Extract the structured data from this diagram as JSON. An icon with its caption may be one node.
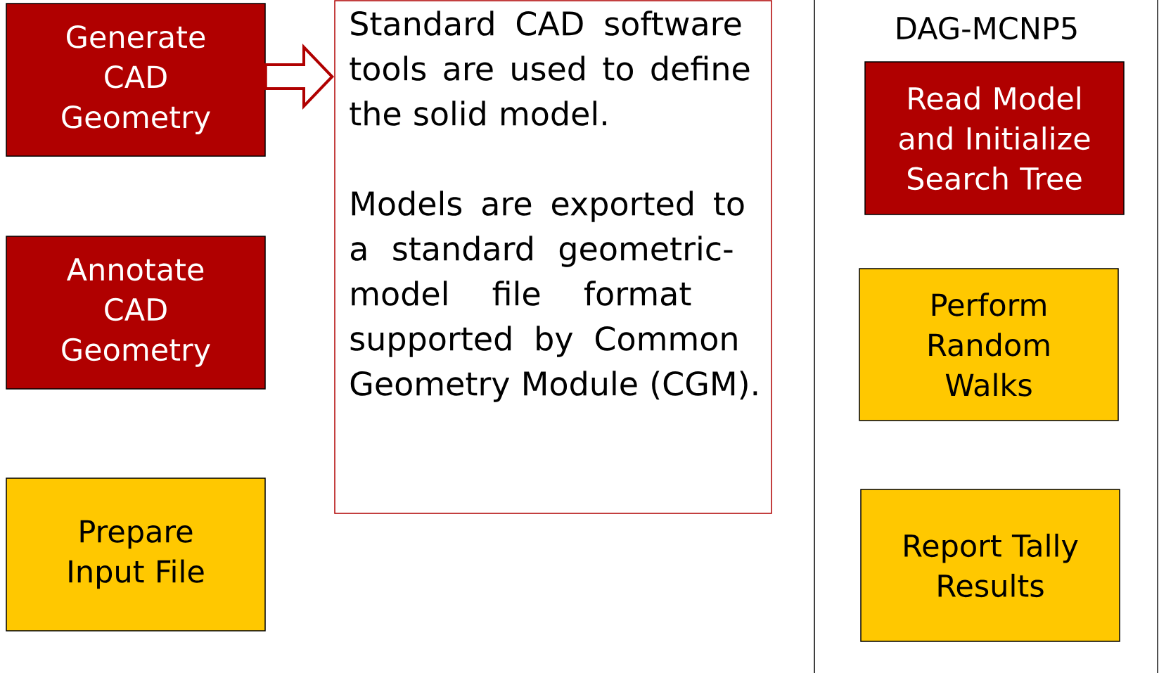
{
  "diagram": {
    "nodes": [
      {
        "text": [
          "Generate CAD Geometry"
        ]
      },
      {
        "text": [
          "Annotate CAD Geometry"
        ]
      },
      {
        "text": [
          "Prepare Input File"
        ]
      },
      {
        "text": [
          "Standard CAD software tools are used to define the solid model.",
          "Models are exported to a standard geometric-model file format supported by Common Geometry Module (CGM)."
        ]
      },
      {
        "text": [
          "Read Model and Initialize Search Tree"
        ]
      },
      {
        "text": [
          "Perform Random Walks"
        ]
      },
      {
        "text": [
          "Report Tally Results"
        ]
      }
    ],
    "edges": [
      {
        "from": 0,
        "to": 3,
        "arrow": "to",
        "style": "thick",
        "color": "#b00000"
      }
    ],
    "labels": [
      "DAG-MCNP5"
    ]
  }
}
